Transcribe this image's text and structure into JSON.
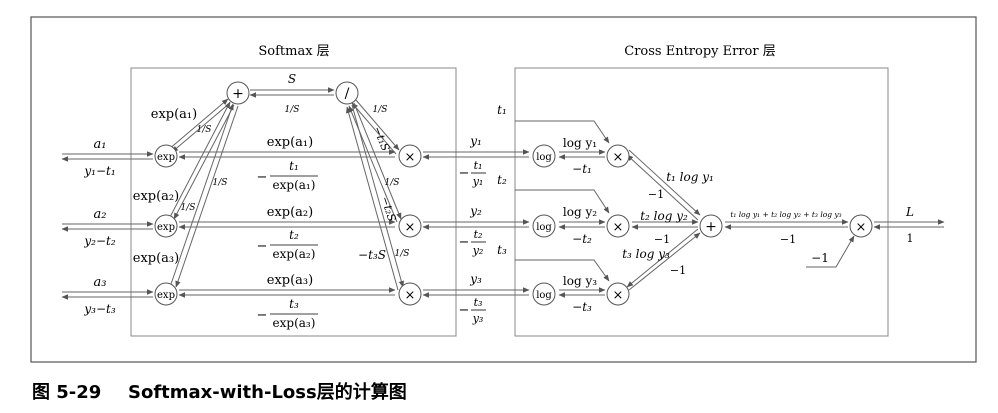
{
  "figure": {
    "softmax_title": "Softmax 层",
    "cee_title": "Cross Entropy Error 层",
    "caption_num": "图 5-29",
    "caption_text": "Softmax-with-Loss层的计算图"
  },
  "nodes": {
    "exp": "exp",
    "plus": "+",
    "div": "/",
    "times": "×",
    "log": "log"
  },
  "labels": {
    "a1": "a₁",
    "a2": "a₂",
    "a3": "a₃",
    "g1": "y₁−t₁",
    "g2": "y₂−t₂",
    "g3": "y₃−t₃",
    "S": "S",
    "invS": "1/S",
    "exp_a1": "exp(a₁)",
    "exp_a2": "exp(a₂)",
    "exp_a3": "exp(a₃)",
    "d1_num": "t₁",
    "d1_den": "exp(a₁)",
    "d2_num": "t₂",
    "d2_den": "exp(a₂)",
    "d3_num": "t₃",
    "d3_den": "exp(a₃)",
    "neg": "−",
    "t1S": "−t₁S",
    "t2S": "−t₂S",
    "t3S": "−t₃S",
    "y1": "y₁",
    "y2": "y₂",
    "y3": "y₃",
    "ty1_num": "t₁",
    "ty1_den": "y₁",
    "ty2_num": "t₂",
    "ty2_den": "y₂",
    "ty3_num": "t₃",
    "ty3_den": "y₃",
    "t1": "t₁",
    "t2": "t₂",
    "t3": "t₃",
    "log_y1": "log y₁",
    "log_y2": "log y₂",
    "log_y3": "log y₃",
    "neg_t1": "−t₁",
    "neg_t2": "−t₂",
    "neg_t3": "−t₃",
    "tlog1": "t₁ log y₁",
    "tlog2": "t₂ log y₂",
    "tlog3": "t₃ log y₃",
    "minus_one": "−1",
    "sum_expr": "t₁ log y₁ + t₂ log y₂ + t₃ log y₃",
    "L": "L",
    "one": "1"
  }
}
